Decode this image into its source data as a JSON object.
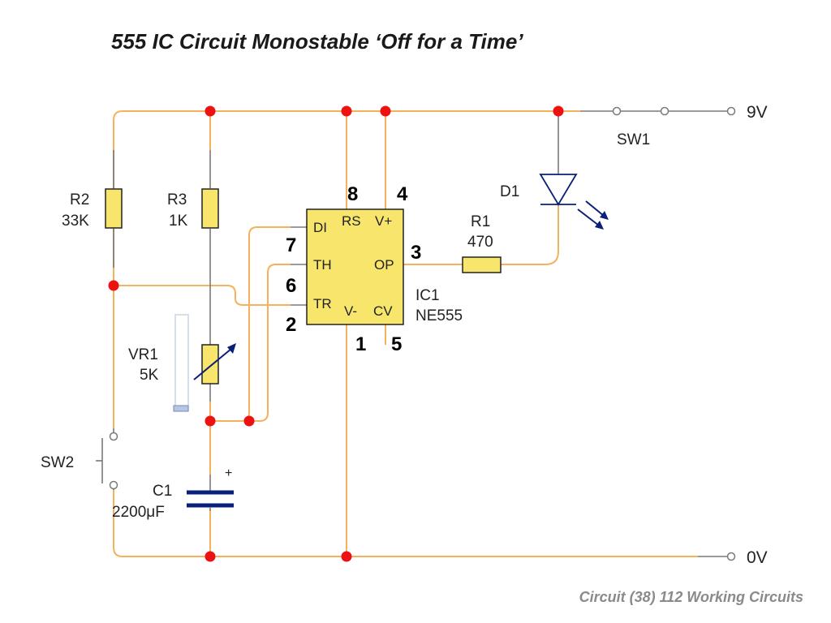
{
  "title": "555 IC Circuit Monostable ‘Off for a Time’",
  "footer": "Circuit (38) 112 Working Circuits",
  "colors": {
    "wire": "#f5b15c",
    "grey_wire": "#7a7a7a",
    "junction": "#ee1111",
    "component": "#f7e66b",
    "capacitor": "#0a1f7a"
  },
  "terminals": {
    "supply": "9V",
    "ground": "0V"
  },
  "components": {
    "r2": {
      "name": "R2",
      "value": "33K"
    },
    "r3": {
      "name": "R3",
      "value": "1K"
    },
    "vr1": {
      "name": "VR1",
      "value": "5K"
    },
    "c1": {
      "name": "C1",
      "value": "2200μF",
      "polarity": "+"
    },
    "sw1": {
      "name": "SW1"
    },
    "sw2": {
      "name": "SW2"
    },
    "d1": {
      "name": "D1"
    },
    "r1": {
      "name": "R1",
      "value": "470"
    },
    "ic1": {
      "name": "IC1",
      "part": "NE555"
    }
  },
  "ic_pins": {
    "di": "DI",
    "th": "TH",
    "tr": "TR",
    "rs": "RS",
    "vplus": "V+",
    "op": "OP",
    "vminus": "V-",
    "cv": "CV"
  },
  "pin_numbers": {
    "p8": "8",
    "p4": "4",
    "p7": "7",
    "p3": "3",
    "p6": "6",
    "p2": "2",
    "p1": "1",
    "p5": "5"
  }
}
